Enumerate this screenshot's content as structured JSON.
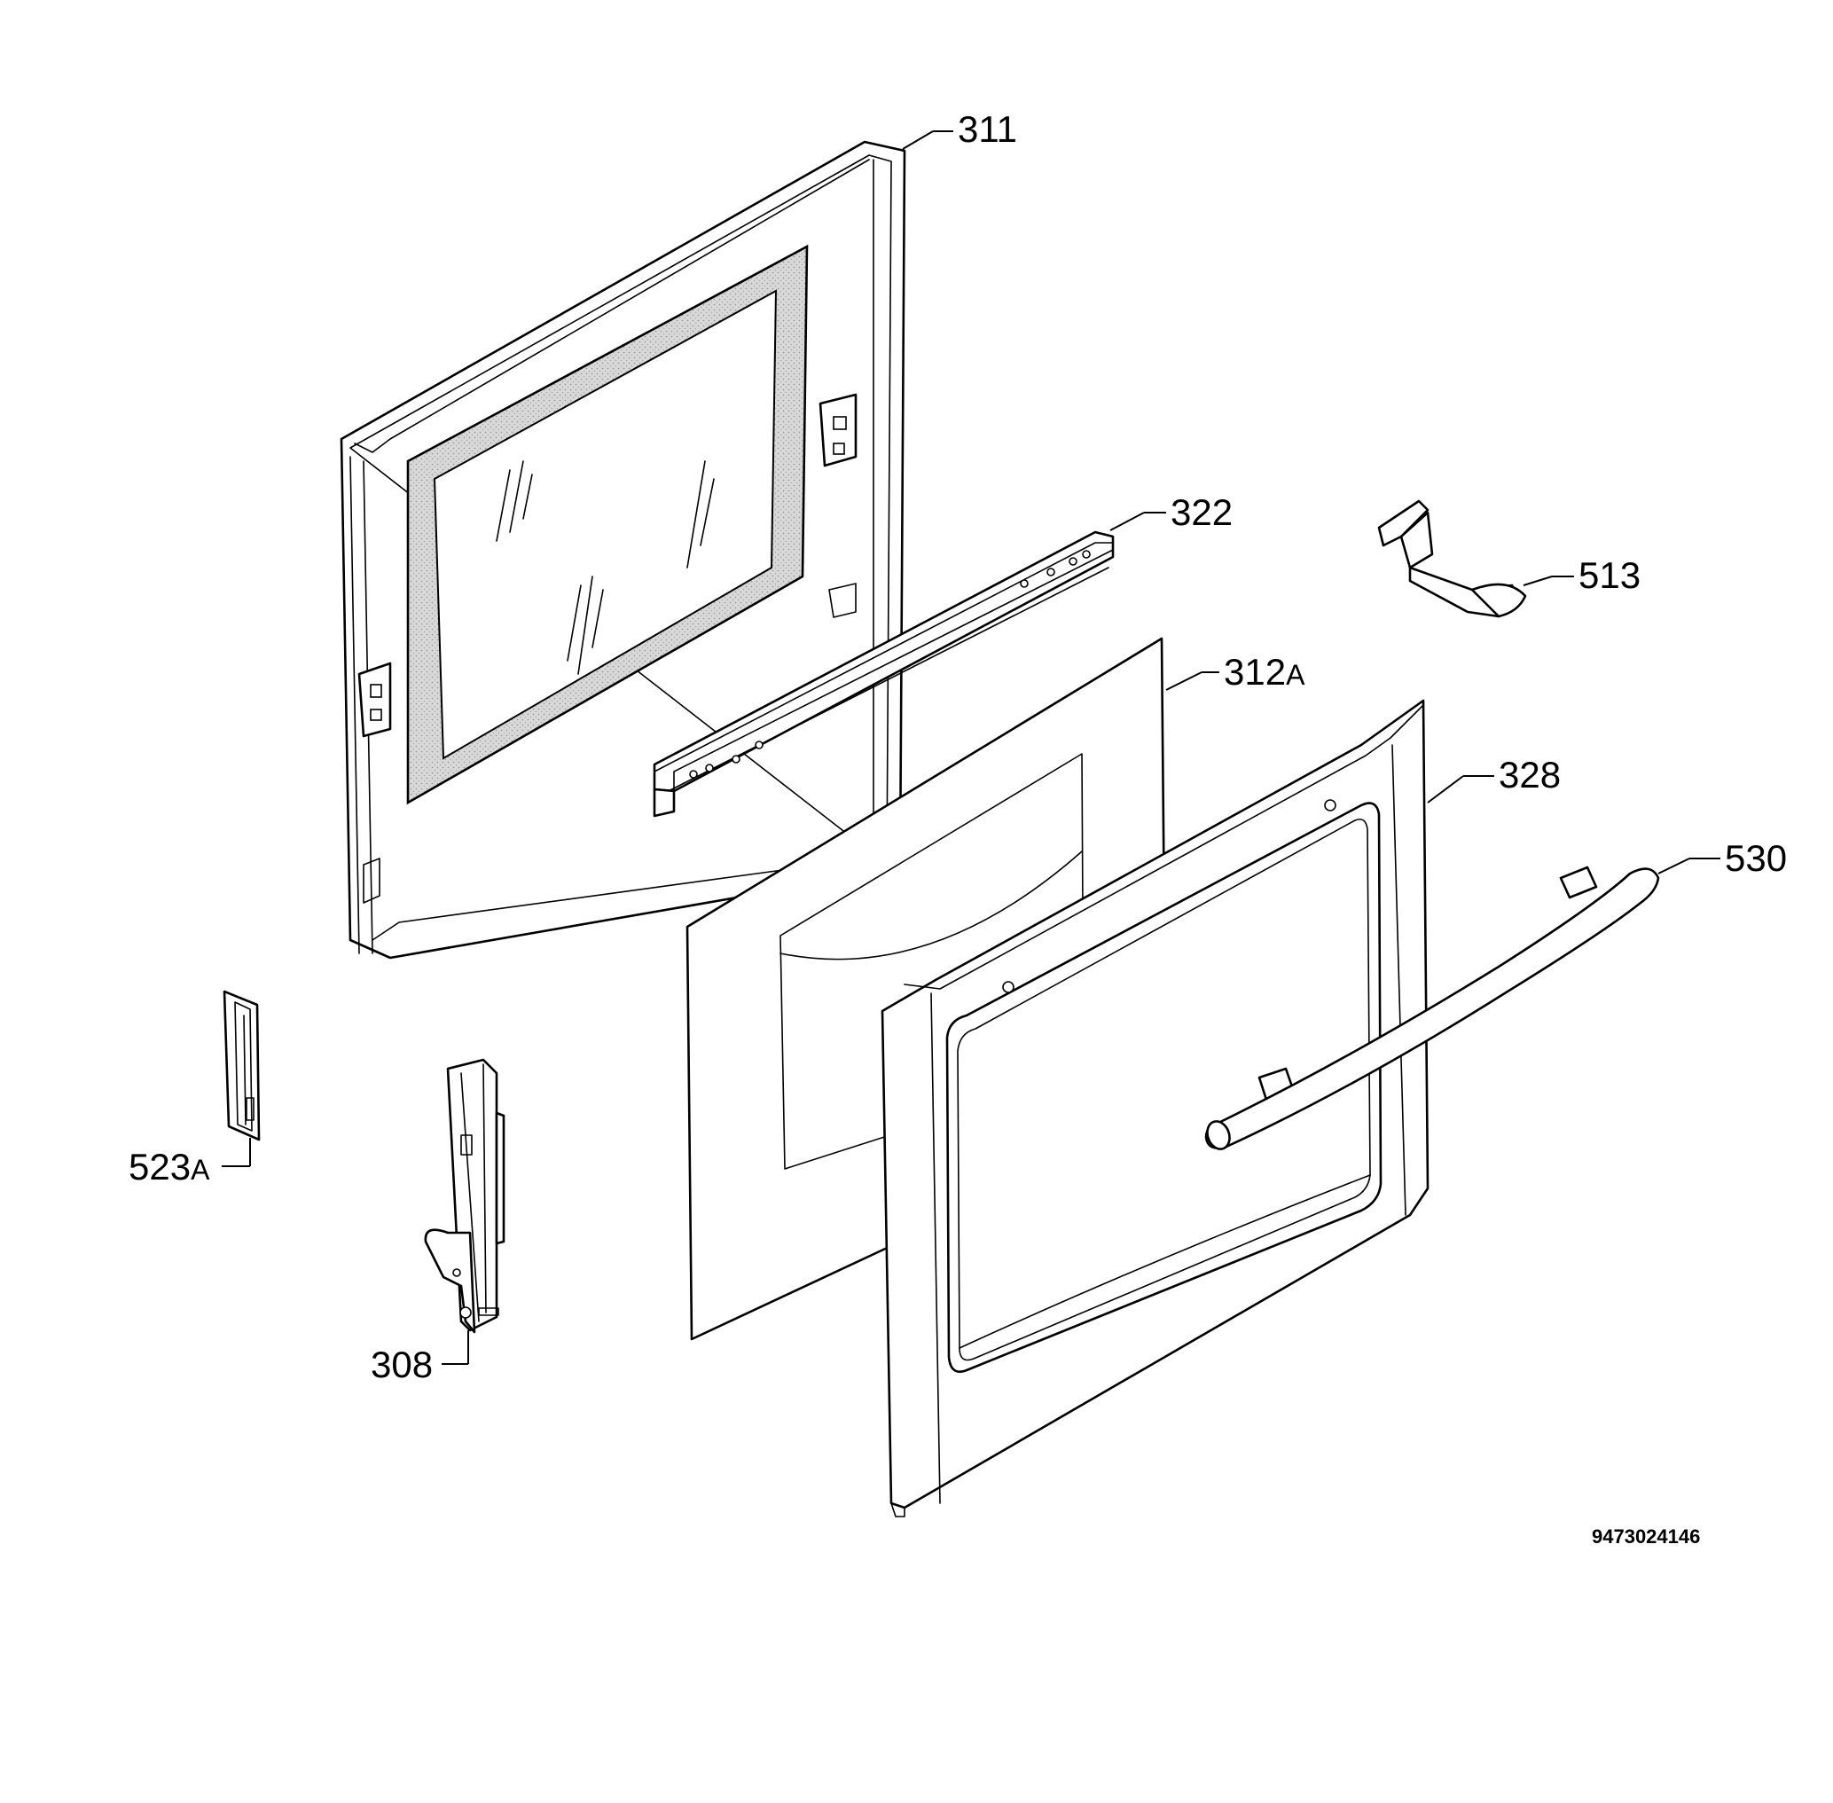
{
  "diagram_code": "9473024146",
  "parts": [
    {
      "id": "p311",
      "number": "311",
      "suffix": ""
    },
    {
      "id": "p322",
      "number": "322",
      "suffix": ""
    },
    {
      "id": "p513",
      "number": "513",
      "suffix": ""
    },
    {
      "id": "p312a",
      "number": "312",
      "suffix": "A"
    },
    {
      "id": "p328",
      "number": "328",
      "suffix": ""
    },
    {
      "id": "p530",
      "number": "530",
      "suffix": ""
    },
    {
      "id": "p523a",
      "number": "523",
      "suffix": "A"
    },
    {
      "id": "p308",
      "number": "308",
      "suffix": ""
    }
  ]
}
